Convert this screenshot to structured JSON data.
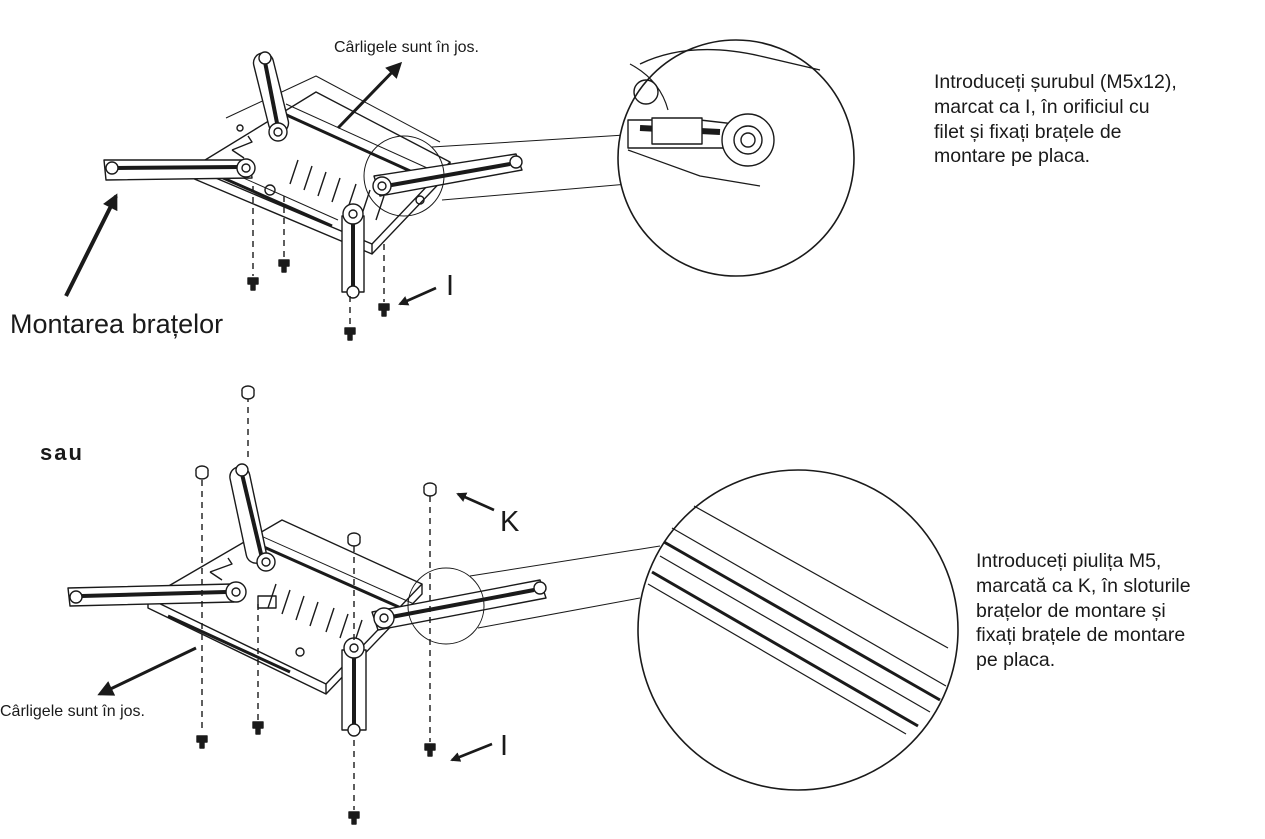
{
  "top": {
    "note_hooks": "Cârligele sunt în jos.",
    "caption": "Montarea brațelor",
    "screw_label": "I",
    "instruction_lines": [
      "Introduceți șurubul (M5x12),",
      "marcat ca I, în orificiul cu",
      "filet și fixați brațele de",
      "montare pe placa."
    ]
  },
  "divider_word": "sau",
  "bottom": {
    "nut_label": "K",
    "screw_label": "I",
    "note_hooks": "Cârligele sunt în jos.",
    "instruction_lines": [
      "Introduceți piulița M5,",
      "marcată ca K, în sloturile",
      "brațelor de montare și",
      "fixați brațele de montare",
      "pe placa."
    ]
  }
}
